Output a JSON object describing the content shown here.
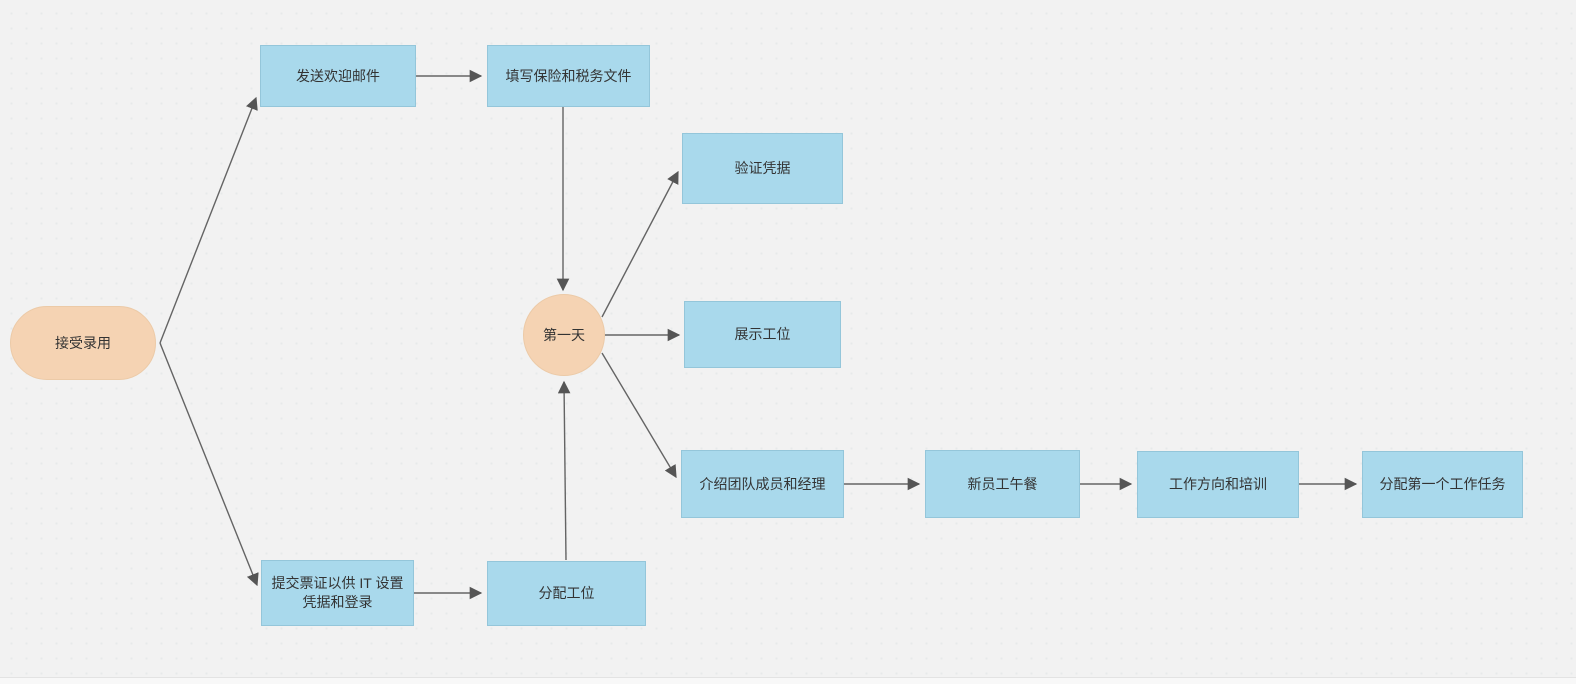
{
  "diagram": {
    "nodes": {
      "accept_offer": {
        "label": "接受录用",
        "shape": "pill",
        "fill": "#f5d3b3"
      },
      "send_welcome_email": {
        "label": "发送欢迎邮件",
        "shape": "rect",
        "fill": "#a9d9ec"
      },
      "fill_insurance_tax_docs": {
        "label": "填写保险和税务文件",
        "shape": "rect",
        "fill": "#a9d9ec"
      },
      "verify_credentials": {
        "label": "验证凭据",
        "shape": "rect",
        "fill": "#a9d9ec"
      },
      "first_day": {
        "label": "第一天",
        "shape": "circle",
        "fill": "#f5d3b3"
      },
      "show_workstation": {
        "label": "展示工位",
        "shape": "rect",
        "fill": "#a9d9ec"
      },
      "introduce_team_manager": {
        "label": "介绍团队成员和经理",
        "shape": "rect",
        "fill": "#a9d9ec"
      },
      "new_employee_lunch": {
        "label": "新员工午餐",
        "shape": "rect",
        "fill": "#a9d9ec"
      },
      "work_direction_training": {
        "label": "工作方向和培训",
        "shape": "rect",
        "fill": "#a9d9ec"
      },
      "assign_first_task": {
        "label": "分配第一个工作任务",
        "shape": "rect",
        "fill": "#a9d9ec"
      },
      "submit_it_ticket": {
        "label": "提交票证以供 IT 设置凭据和登录",
        "shape": "rect",
        "fill": "#a9d9ec"
      },
      "assign_workstation": {
        "label": "分配工位",
        "shape": "rect",
        "fill": "#a9d9ec"
      }
    },
    "edges": [
      {
        "from": "接受录用",
        "to": "发送欢迎邮件"
      },
      {
        "from": "接受录用",
        "to": "提交票证以供 IT 设置凭据和登录"
      },
      {
        "from": "发送欢迎邮件",
        "to": "填写保险和税务文件"
      },
      {
        "from": "填写保险和税务文件",
        "to": "第一天"
      },
      {
        "from": "提交票证以供 IT 设置凭据和登录",
        "to": "分配工位"
      },
      {
        "from": "分配工位",
        "to": "第一天"
      },
      {
        "from": "第一天",
        "to": "验证凭据"
      },
      {
        "from": "第一天",
        "to": "展示工位"
      },
      {
        "from": "第一天",
        "to": "介绍团队成员和经理"
      },
      {
        "from": "介绍团队成员和经理",
        "to": "新员工午餐"
      },
      {
        "from": "新员工午餐",
        "to": "工作方向和培训"
      },
      {
        "from": "工作方向和培训",
        "to": "分配第一个工作任务"
      }
    ],
    "colors": {
      "canvas_bg": "#f2f2f2",
      "rect_fill": "#a9d9ec",
      "rect_border": "#94c6da",
      "peach_fill": "#f5d3b3",
      "peach_border": "#eccaa7",
      "edge_stroke": "#646464",
      "text": "#333333"
    }
  }
}
